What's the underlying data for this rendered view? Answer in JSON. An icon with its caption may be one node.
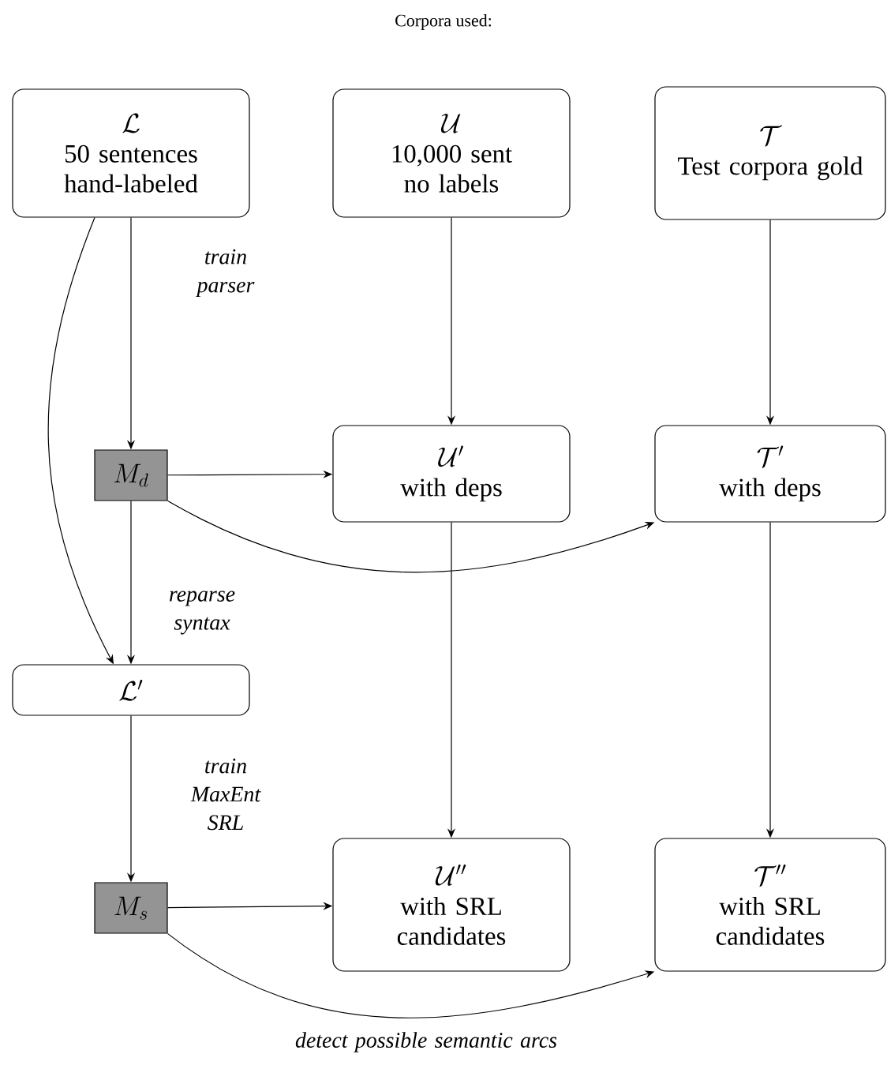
{
  "diagram": {
    "title": "Corpora used:",
    "nodes": [
      {
        "text": [
          "\\mathcal{L}",
          "50 sentences hand-labeled"
        ]
      },
      {
        "text": [
          "\\mathcal{U}",
          "10,000 sent no labels"
        ]
      },
      {
        "text": [
          "\\mathcal{T}",
          "Test corpora gold"
        ]
      },
      {
        "text": [
          "M_d"
        ]
      },
      {
        "text": [
          "\\mathcal{U}'",
          "with deps"
        ]
      },
      {
        "text": [
          "\\mathcal{T}'",
          "with deps"
        ]
      },
      {
        "text": [
          "\\mathcal{L}'"
        ]
      },
      {
        "text": [
          "M_s"
        ]
      },
      {
        "text": [
          "\\mathcal{U}''",
          "with SRL candidates"
        ]
      },
      {
        "text": [
          "\\mathcal{T}''",
          "with SRL candidates"
        ]
      }
    ],
    "edges": [
      {
        "from": 0,
        "to": 3,
        "arrow": "to",
        "label": "train parser"
      },
      {
        "from": 0,
        "to": 6,
        "arrow": "to"
      },
      {
        "from": 1,
        "to": 4,
        "arrow": "to"
      },
      {
        "from": 2,
        "to": 5,
        "arrow": "to"
      },
      {
        "from": 3,
        "to": 4,
        "arrow": "to"
      },
      {
        "from": 3,
        "to": 5,
        "arrow": "to"
      },
      {
        "from": 3,
        "to": 6,
        "arrow": "to",
        "label": "reparse syntax"
      },
      {
        "from": 6,
        "to": 7,
        "arrow": "to",
        "label": "train MaxEnt SRL"
      },
      {
        "from": 4,
        "to": 8,
        "arrow": "to"
      },
      {
        "from": 5,
        "to": 9,
        "arrow": "to"
      },
      {
        "from": 7,
        "to": 8,
        "arrow": "to"
      },
      {
        "from": 7,
        "to": 9,
        "arrow": "to",
        "label": "detect possible semantic arcs"
      }
    ]
  }
}
